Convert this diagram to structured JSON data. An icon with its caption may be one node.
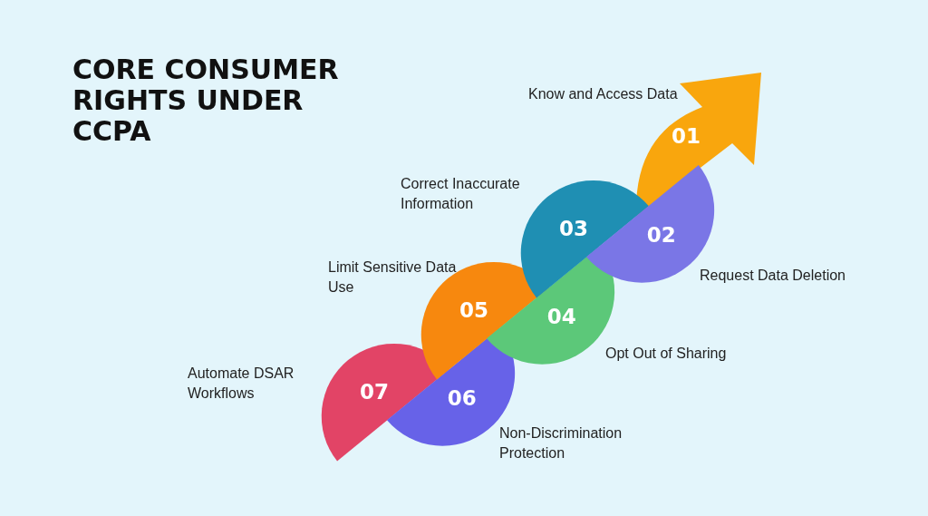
{
  "diagram": {
    "title": "CORE CONSUMER RIGHTS UNDER CCPA",
    "nodes": [
      {
        "text": [
          "01"
        ],
        "beside": [
          "Know and Access Data"
        ]
      },
      {
        "text": [
          "02"
        ],
        "beside": [
          "Request Data Deletion"
        ]
      },
      {
        "text": [
          "03"
        ],
        "beside": [
          "Correct Inaccurate Information"
        ]
      },
      {
        "text": [
          "04"
        ],
        "beside": [
          "Opt Out of Sharing"
        ]
      },
      {
        "text": [
          "05"
        ],
        "beside": [
          "Limit Sensitive Data Use"
        ]
      },
      {
        "text": [
          "06"
        ],
        "beside": [
          "Non-Discrimination Protection"
        ]
      },
      {
        "text": [
          "07"
        ],
        "beside": [
          "Automate DSAR Workflows"
        ]
      }
    ]
  }
}
